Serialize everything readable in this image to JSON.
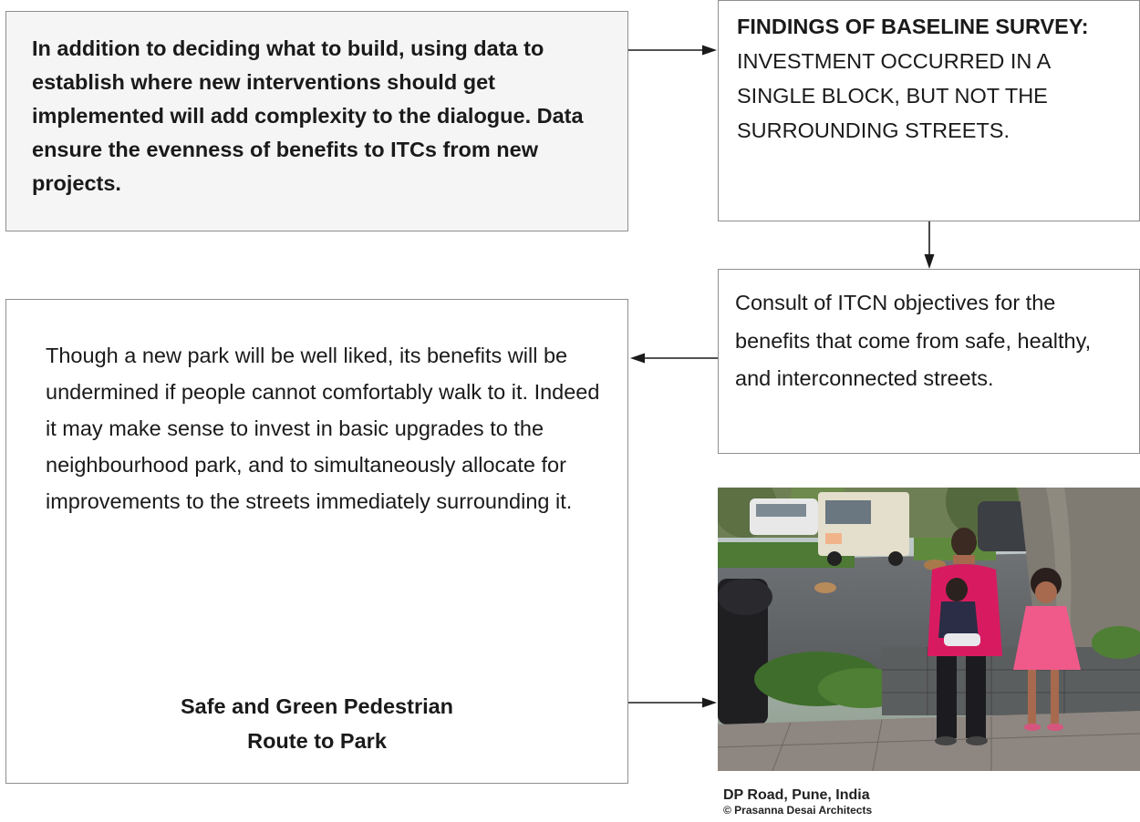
{
  "intro_box": {
    "text": "In addition to deciding what to build, using data to establish where new interventions should get implemented will add complexity to the dialogue. Data ensure the evenness of benefits to ITCs from new projects."
  },
  "findings_box": {
    "heading": "FINDINGS OF BASELINE SURVEY:",
    "body": "INVESTMENT OCCURRED IN A SINGLE BLOCK, BUT NOT THE SURROUNDING STREETS."
  },
  "consult_box": {
    "text": "Consult of ITCN objectives for the benefits that come from safe, healthy, and interconnected streets."
  },
  "park_box": {
    "text": "Though a new park will be well liked, its benefits will be undermined if people cannot comfortably walk to it. Indeed it may make sense to invest in basic upgrades to the neighbourhood park, and to simultaneously allocate for improvements to the streets immediately surrounding it.",
    "route_title_line1": "Safe and Green Pedestrian",
    "route_title_line2": "Route to Park"
  },
  "photo": {
    "caption_title": "DP Road, Pune, India",
    "caption_credit": "© Prasanna Desai Architects"
  },
  "colors": {
    "border": "#8f8f8f",
    "intro_fill": "#f5f5f5",
    "text": "#1a1a1a",
    "shirt_pink": "#d81b60",
    "dress_pink": "#ef5a8a"
  }
}
